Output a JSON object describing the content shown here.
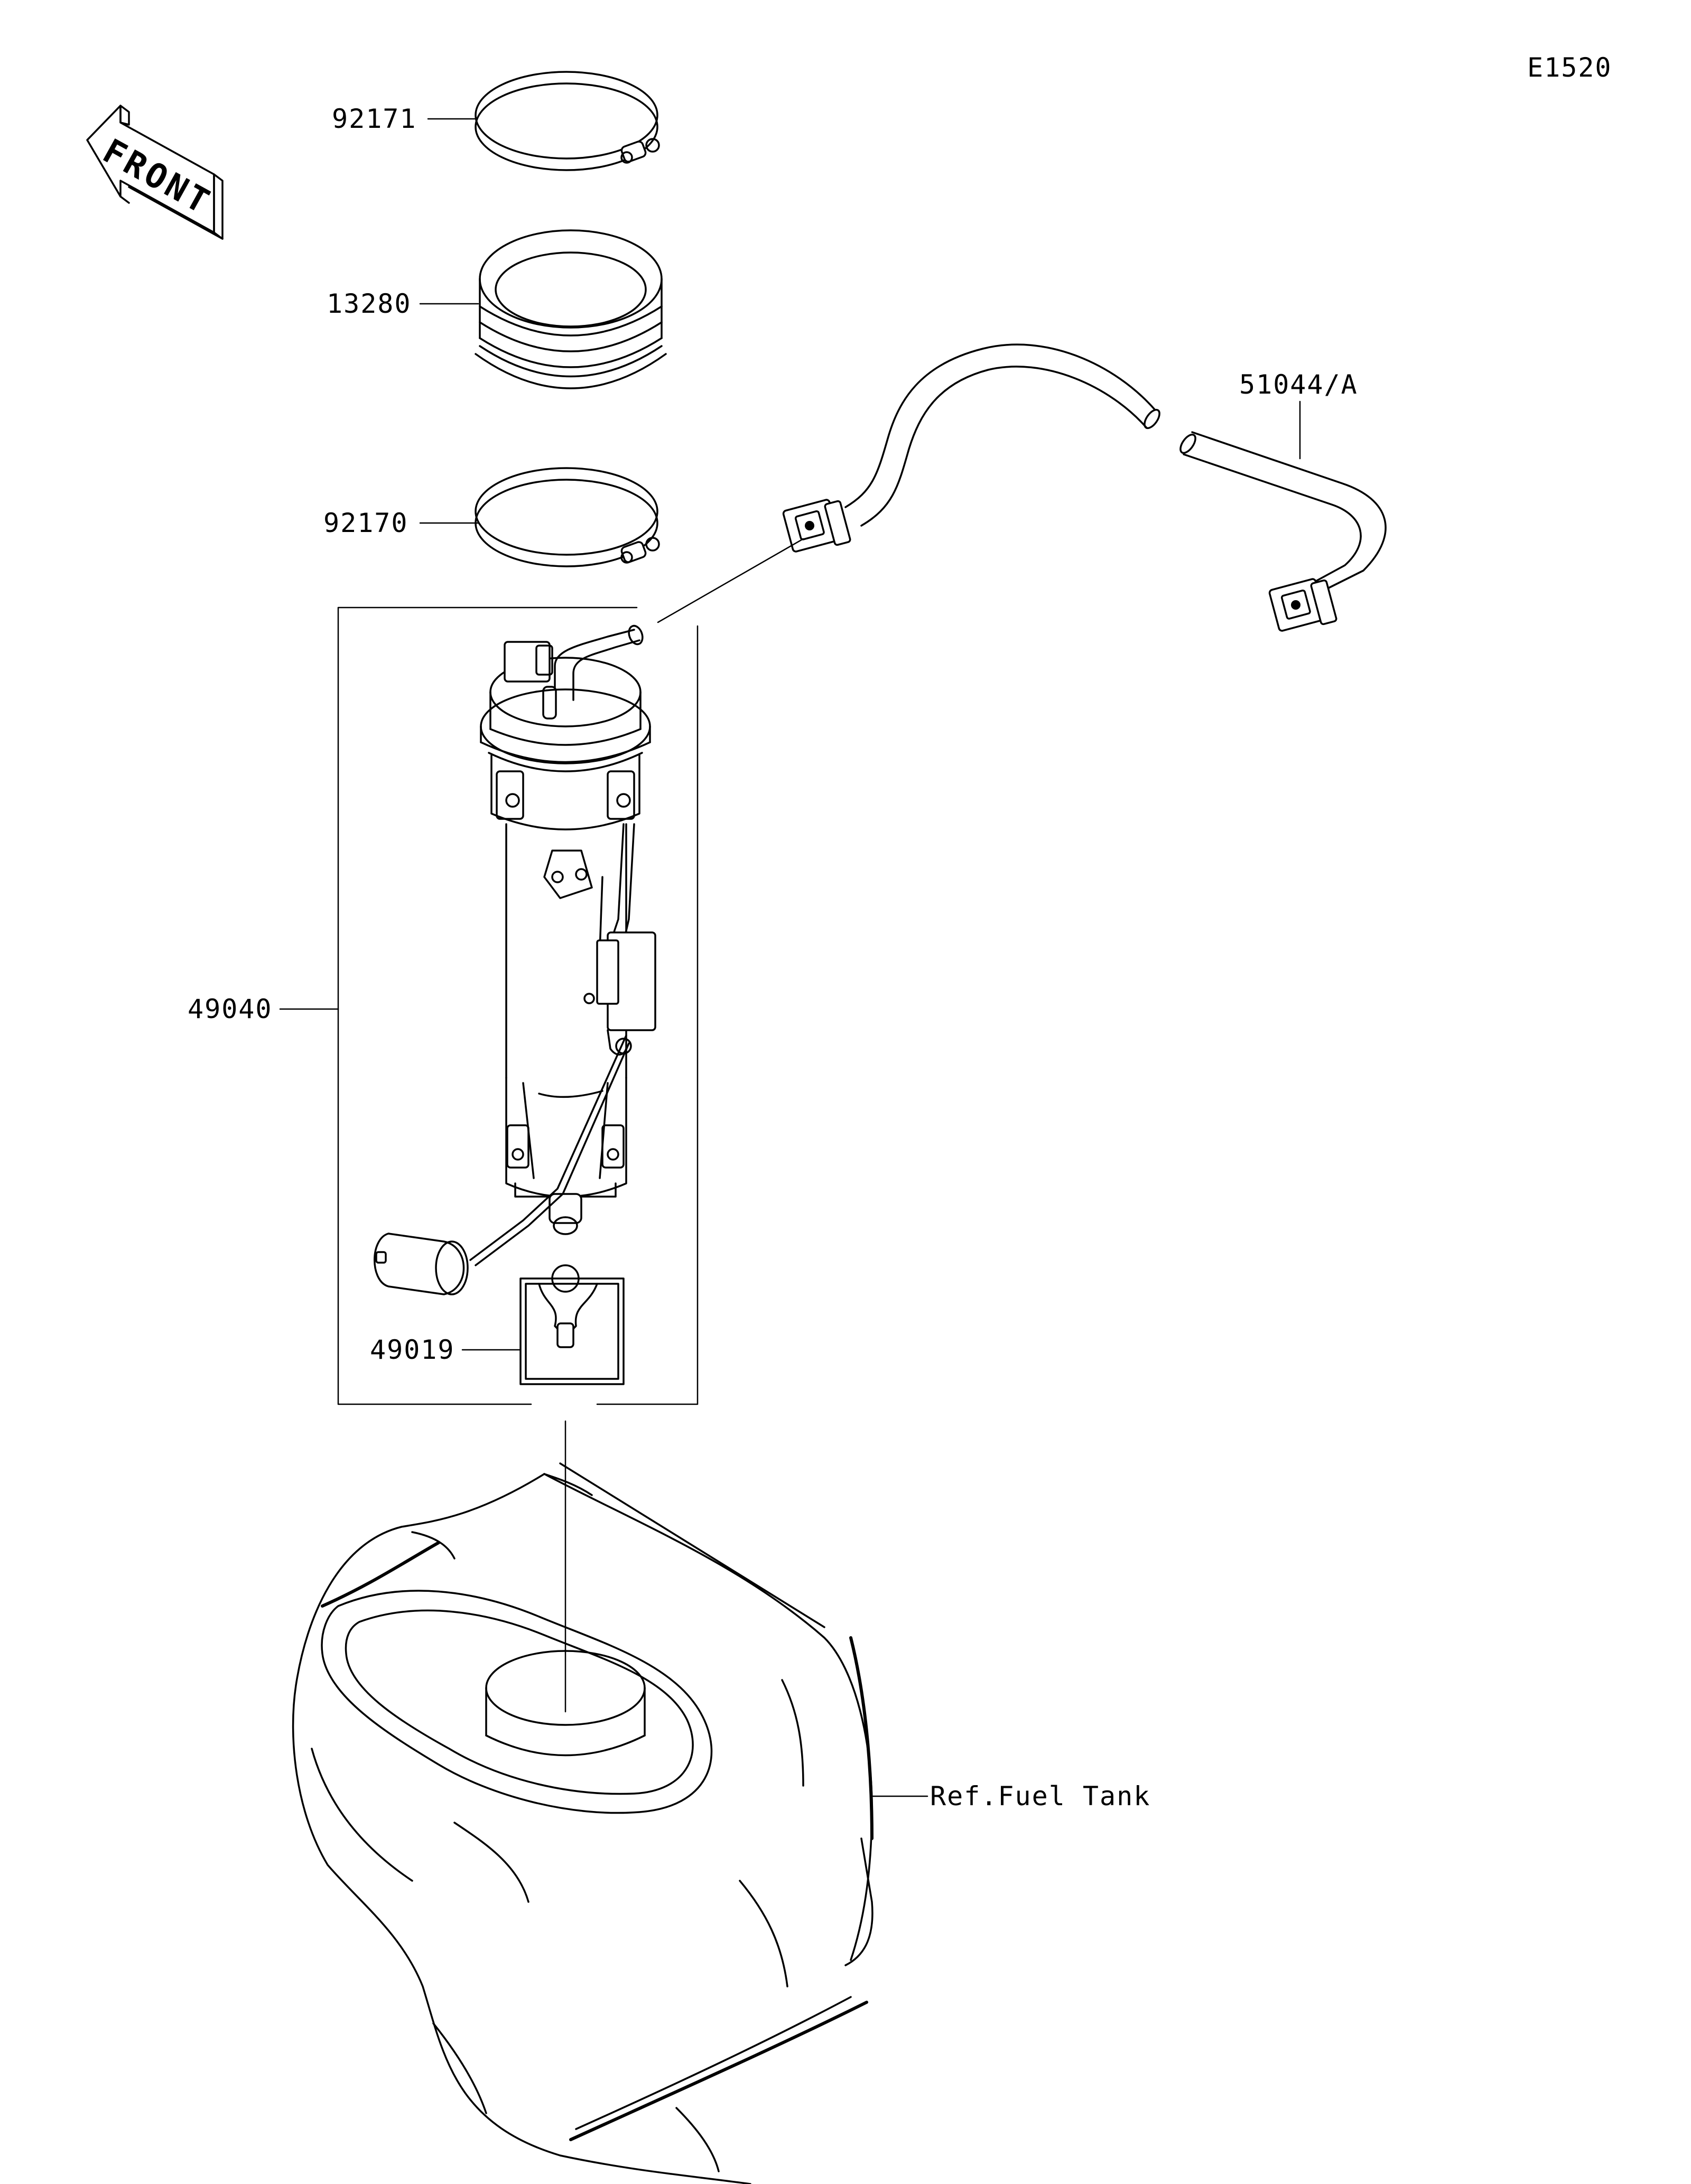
{
  "diagram_code": "E1520",
  "front_label": "FRONT",
  "parts": {
    "clamp_upper": "92171",
    "seal": "13280",
    "clamp_lower": "92170",
    "hose": "51044/A",
    "pump_assembly": "49040",
    "filter": "49019",
    "reference": "Ref.Fuel Tank"
  }
}
